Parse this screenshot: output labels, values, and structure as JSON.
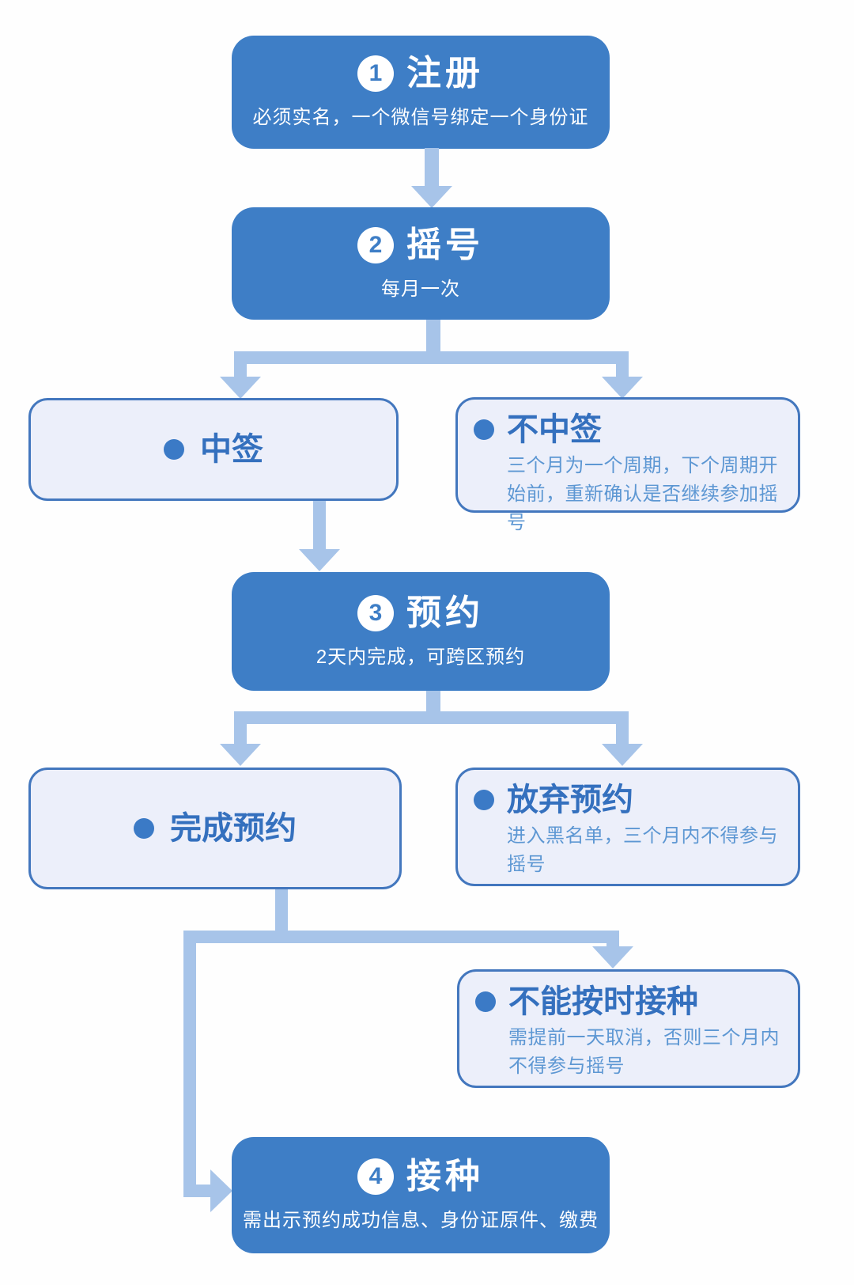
{
  "palette": {
    "step_bg": "#3E7EC6",
    "step_text": "#FFFFFF",
    "outcome_bg": "#ECEFFA",
    "outcome_border": "#4377BE",
    "outcome_title_text": "#3470BE",
    "outcome_detail_text": "#5D97D3",
    "connector": "#A7C4E9",
    "bullet": "#3B7AC6",
    "page_bg": "#FEFEFE"
  },
  "steps": [
    {
      "number": "1",
      "title": "注册",
      "subtitle": "必须实名，一个微信号绑定一个身份证"
    },
    {
      "number": "2",
      "title": "摇号",
      "subtitle": "每月一次"
    },
    {
      "number": "3",
      "title": "预约",
      "subtitle": "2天内完成，可跨区预约"
    },
    {
      "number": "4",
      "title": "接种",
      "subtitle": "需出示预约成功信息、身份证原件、缴费"
    }
  ],
  "outcomes": [
    {
      "title": "中签",
      "detail": ""
    },
    {
      "title": "不中签",
      "detail": "三个月为一个周期，下个周期开始前，重新确认是否继续参加摇号"
    },
    {
      "title": "完成预约",
      "detail": ""
    },
    {
      "title": "放弃预约",
      "detail": "进入黑名单，三个月内不得参与摇号"
    },
    {
      "title": "不能按时接种",
      "detail": "需提前一天取消，否则三个月内不得参与摇号"
    }
  ]
}
